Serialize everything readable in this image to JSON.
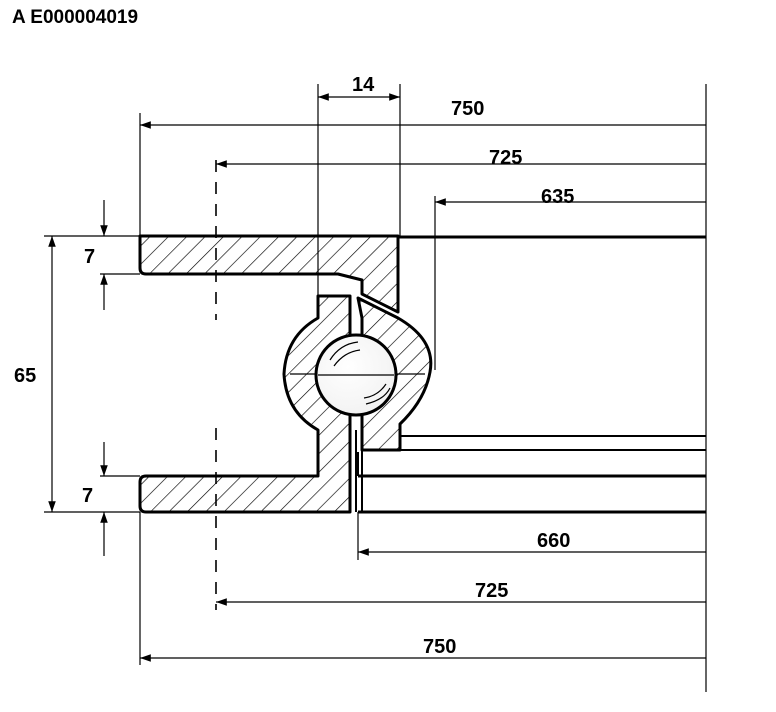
{
  "title": "A E000004019",
  "dimensions": {
    "ball_width": "14",
    "outer_top": "750",
    "pitch_top": "725",
    "inner_top": "635",
    "height_upper_flange": "7",
    "overall_height": "65",
    "height_lower_flange": "7",
    "inner_bottom": "660",
    "pitch_bottom": "725",
    "outer_bottom": "750"
  }
}
